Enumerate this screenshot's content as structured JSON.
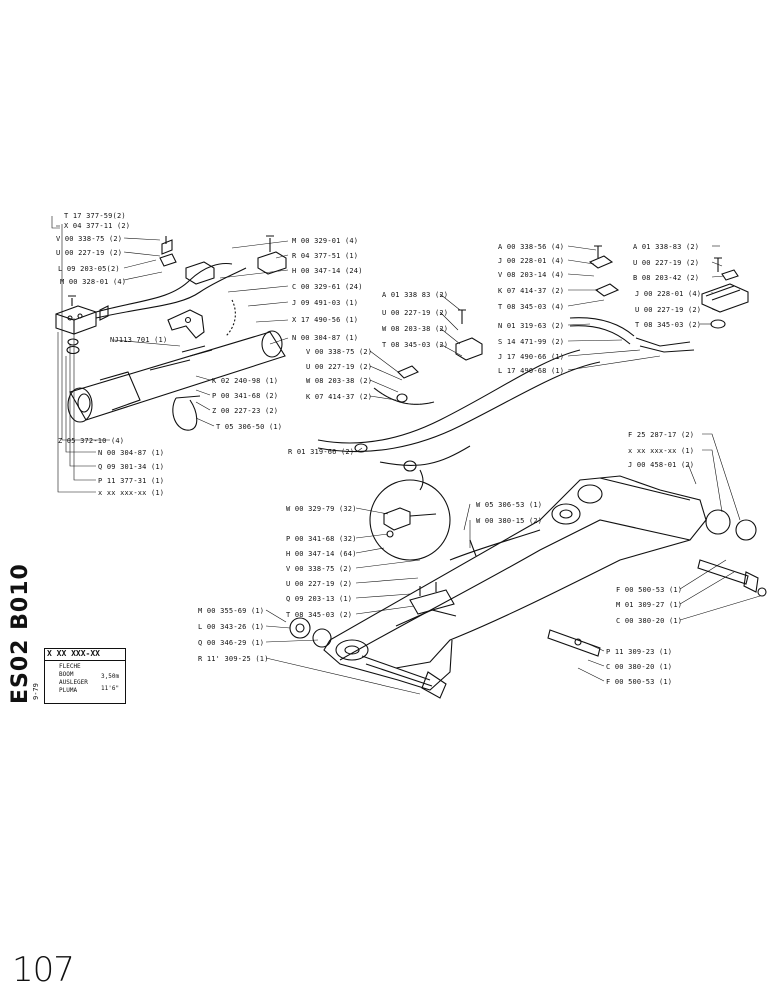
{
  "sheet": {
    "code": "ES02 B010",
    "code_rev": "9-79",
    "part_no": "X XX XXX-XX",
    "page_number": "107"
  },
  "title_block": {
    "names": [
      "FLECHE",
      "BOOM",
      "AUSLEGER",
      "PLUMA"
    ],
    "dims": [
      "3,50m",
      "11'6\""
    ]
  },
  "labels": {
    "t17_377_59": "T 17 377-59(2)",
    "x04_377_11": "X 04 377-11 (2)",
    "v00_338_75_a": "V 00 338-75 (2)",
    "u00_227_19_a": "U 00 227-19 (2)",
    "l09_203_05": "L 09 203-05(2)",
    "m00_328_01": "M 00 328-01 (4)",
    "nj113_701": "NJ113 701 (1)",
    "z05_372_10": "Z 05 372-10 (4)",
    "n00_304_87_a": "N 00 304-87 (1)",
    "q09_301_34": "Q 09 301-34 (1)",
    "p11_377_31": "P 11 377-31 (1)",
    "xxx_a": "x xx xxx-xx (1)",
    "m00_329_01": "M 00 329-01 (4)",
    "r04_377_51": "R 04 377-51 (1)",
    "h00_347_14_a": "H 00 347-14 (24)",
    "c00_329_61": "C 00 329-61 (24)",
    "j09_491_03": "J 09 491-03 (1)",
    "x17_490_56": "X 17 490-56 (1)",
    "n00_304_87_b": "N 00 304-87 (1)",
    "k02_240_98": "K 02 240-98 (1)",
    "p00_341_68_a": "P 00 341-68 (2)",
    "z00_227_23": "Z 00 227-23 (2)",
    "t05_306_50": "T 05 306-50 (1)",
    "a01_338_83_a": "A 01 338 83 (2)",
    "u00_227_19_b": "U 00 227-19 (2)",
    "w08_203_38_a": "W 08 203-38 (2)",
    "t08_345_03_a": "T 08 345-03 (2)",
    "v00_338_75_b": "V 00 338-75 (2)",
    "u00_227_19_c": "U 00 227-19 (2)",
    "w08_203_38_b": "W 08 203-38 (2)",
    "k07_414_37_a": "K 07 414-37 (2)",
    "a00_338_56": "A 00 338-56 (4)",
    "j00_228_01_a": "J 00 228-01 (4)",
    "v08_203_14": "V 08 203-14 (4)",
    "k07_414_37_b": "K 07 414-37 (2)",
    "t08_345_03_b": "T 08 345-03 (4)",
    "n01_319_63": "N 01 319-63 (2)",
    "s14_471_99": "S 14 471-99 (2)",
    "j17_490_66": "J 17 490-66 (1)",
    "l17_490_68": "L 17 490-68 (1)",
    "a01_338_83_b": "A 01 338-83 (2)",
    "u00_227_19_d": "U 00 227-19 (2)",
    "b08_203_42": "B 08 203-42 (2)",
    "j00_228_01_b": "J 00 228-01 (4)",
    "u00_227_19_e": "U 00 227-19 (2)",
    "t08_345_03_c": "T 08 345-03 (2)",
    "f25_287_17": "F 25 287-17 (2)",
    "xxx_b": "x xx xxx-xx (1)",
    "j00_458_01": "J 00 458-01 (2)",
    "r01_319_66": "R 01 319-66 (2)",
    "w00_329_79": "W 00 329-79 (32)",
    "p00_341_68_b": "P 00 341-68 (32)",
    "h00_347_14_b": "H 00 347-14 (64)",
    "v00_338_75_c": "V 00 338-75 (2)",
    "u00_227_19_f": "U 00 227-19 (2)",
    "q09_203_13": "Q 09 203-13 (1)",
    "t08_345_03_d": "T 08 345-03 (2)",
    "w05_306_53": "W 05 306-53 (1)",
    "w00_380_15": "W 00 380-15 (2)",
    "m00_355_69": "M 00 355-69 (1)",
    "l00_343_26": "L 00 343-26 (1)",
    "q00_346_29": "Q 00 346-29 (1)",
    "r11_309_25": "R 11' 309-25 (1)",
    "f00_500_53_a": "F 00 500-53 (1)",
    "m01_309_27": "M 01 309-27 (1)",
    "c00_380_20_a": "C 00 380-20 (1)",
    "p11_309_23": "P 11 309-23 (1)",
    "c00_380_20_b": "C 00 380-20 (1)",
    "f00_500_53_b": "F 00 500-53 (1)"
  }
}
